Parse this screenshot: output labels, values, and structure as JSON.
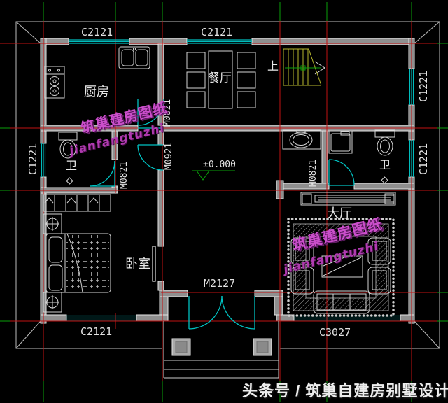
{
  "footer": {
    "text": "头条号 / 筑巢自建房别墅设计"
  },
  "watermark": {
    "zh": "筑巢建房图纸",
    "en": "jianfangtuzhi"
  },
  "elevation": {
    "value": "±0.000"
  },
  "windows": {
    "top_left": "C2121",
    "top_center": "C2121",
    "right_upper": "C1221",
    "right_lower": "C1221",
    "left_bath": "C1221",
    "bottom_bedroom": "C2121",
    "bottom_living": "C3027"
  },
  "doors": {
    "kitchen": "M0821",
    "bathroom_left": "M0821",
    "hallway": "M0921",
    "bathroom_right": "M0821",
    "entrance": "M2127"
  },
  "rooms": {
    "kitchen": "厨房",
    "dining": "餐厅",
    "bathroom_left": "卫",
    "bathroom_right": "卫",
    "bedroom": "卧室",
    "living_hall": "大厅",
    "stair_up": "上"
  },
  "colors": {
    "background": "#000000",
    "grid_red": "#c01212",
    "grid_green": "#0aa00a",
    "window_cyan": "#00bcbc",
    "wall_gray": "#8f8f8f",
    "stair_yellow": "#b9b92e",
    "watermark_purple": "#cb4fcb"
  }
}
